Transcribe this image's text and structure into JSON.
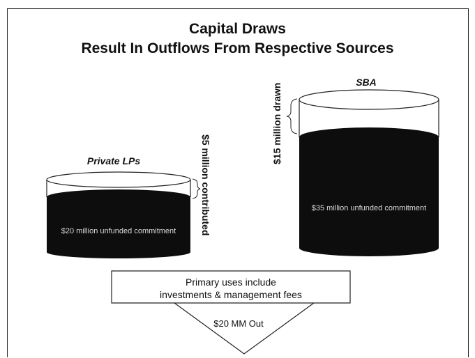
{
  "title": {
    "line1": "Capital Draws",
    "line2": "Result In Outflows From Respective Sources"
  },
  "left_tank": {
    "label": "Private LPs",
    "side_label": "$5 million contributed",
    "inner_label": "$20 million unfunded commitment"
  },
  "right_tank": {
    "label": "SBA",
    "side_label": "$15 million drawn",
    "inner_label": "$35 million unfunded commitment"
  },
  "uses_box": {
    "line1": "Primary uses include",
    "line2": "investments & management fees"
  },
  "outflow": {
    "label": "$20 MM Out"
  },
  "colors": {
    "fill": "#0d0d0d",
    "stroke": "#222222",
    "inner_text": "#d8d8d8"
  }
}
